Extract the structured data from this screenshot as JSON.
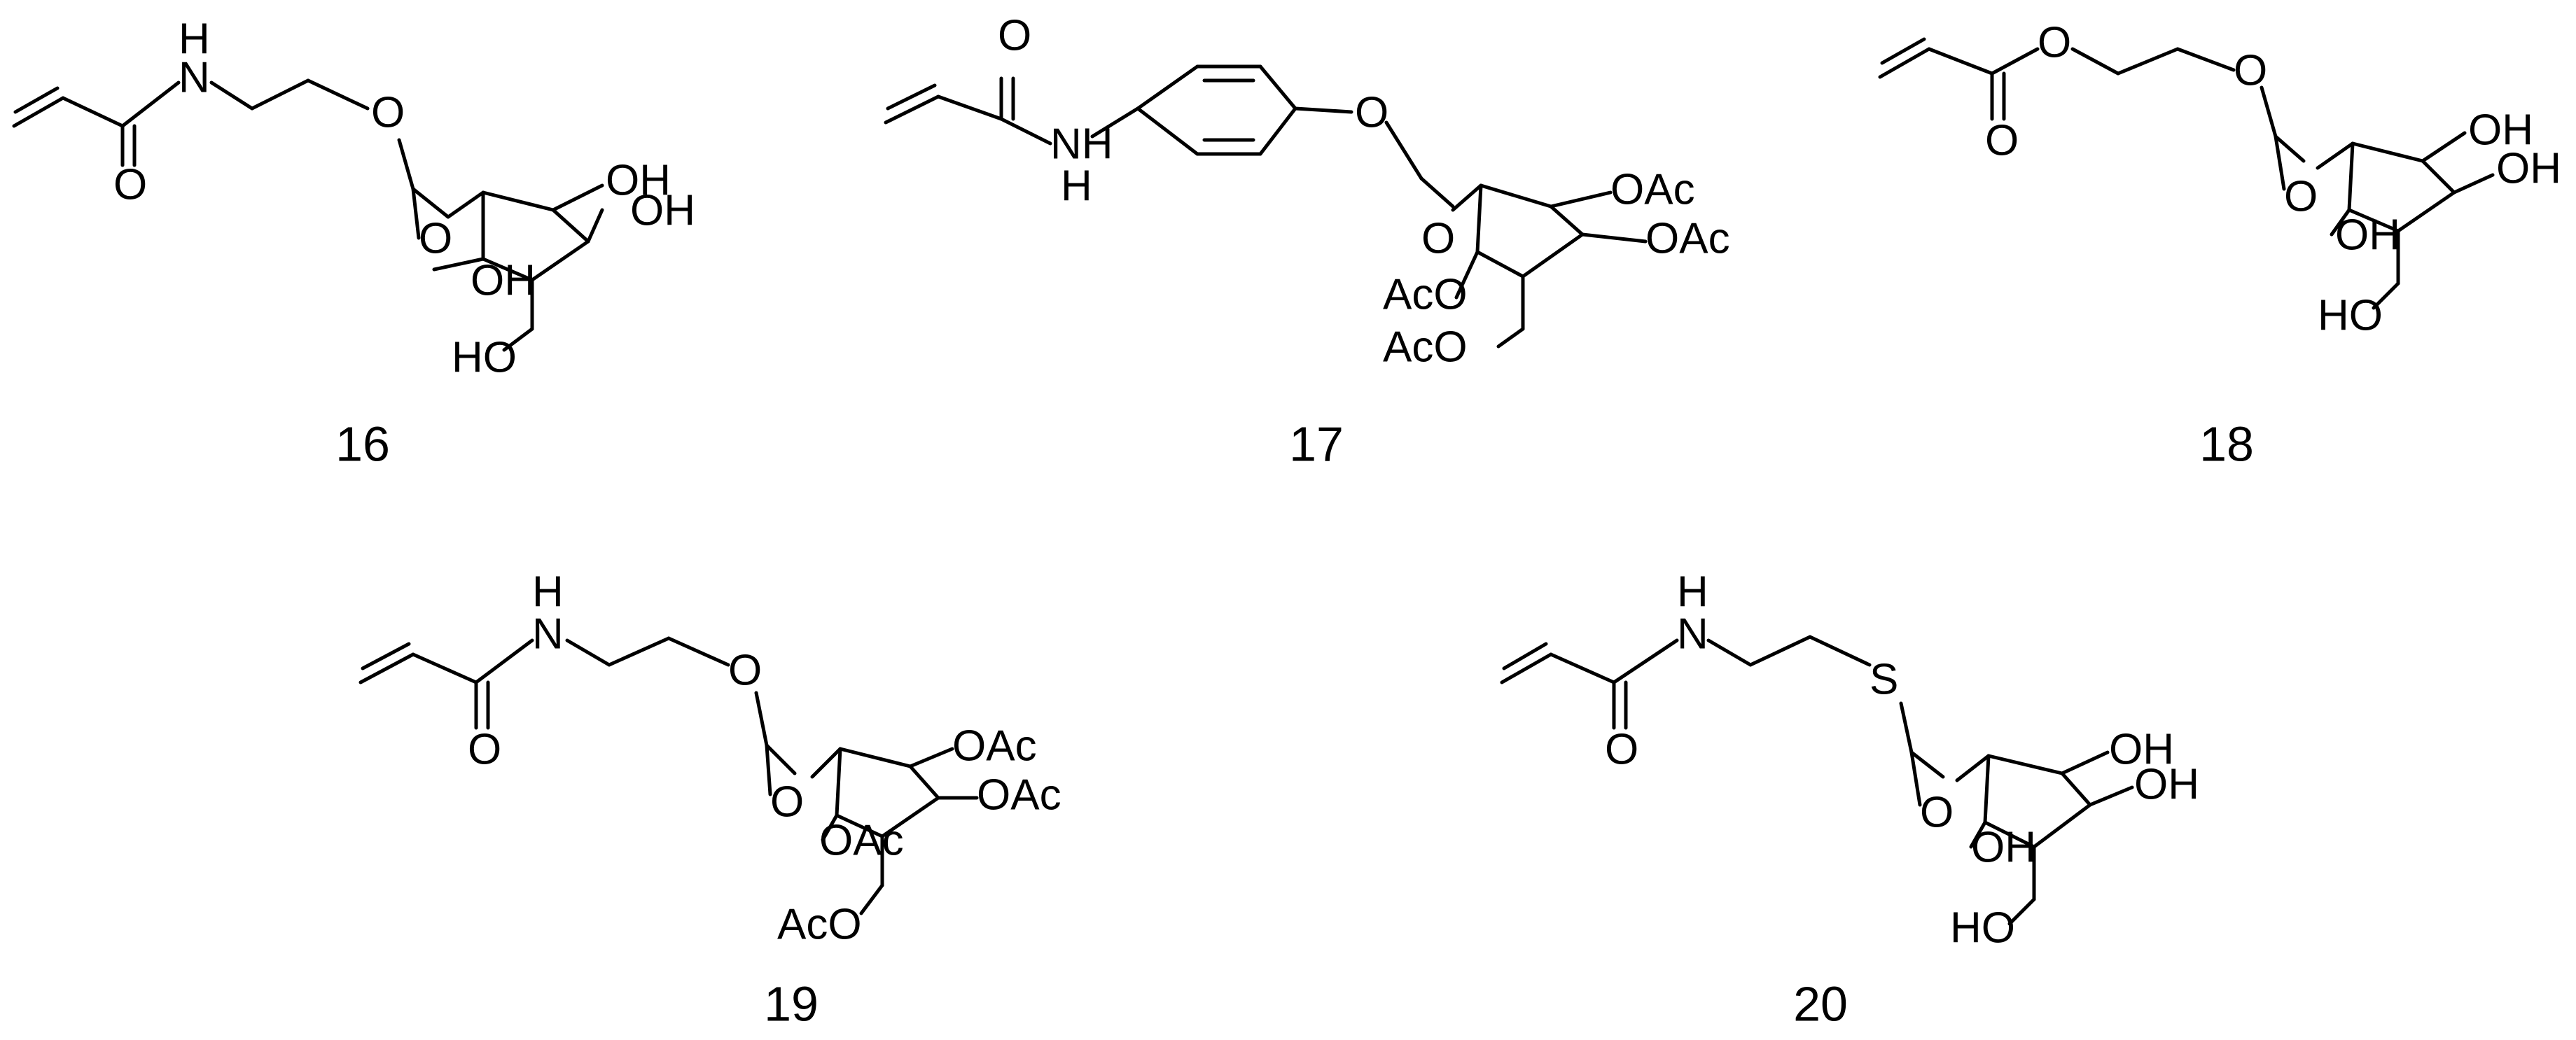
{
  "figure": {
    "compounds": [
      {
        "id": "c16",
        "number": "16"
      },
      {
        "id": "c17",
        "number": "17"
      },
      {
        "id": "c18",
        "number": "18"
      },
      {
        "id": "c19",
        "number": "19"
      },
      {
        "id": "c20",
        "number": "20"
      }
    ],
    "atom_labels": {
      "N": "N",
      "NH": "NH",
      "H": "H",
      "O": "O",
      "S": "S",
      "OH": "OH",
      "HO": "HO",
      "OAc": "OAc",
      "AcO": "AcO"
    }
  }
}
